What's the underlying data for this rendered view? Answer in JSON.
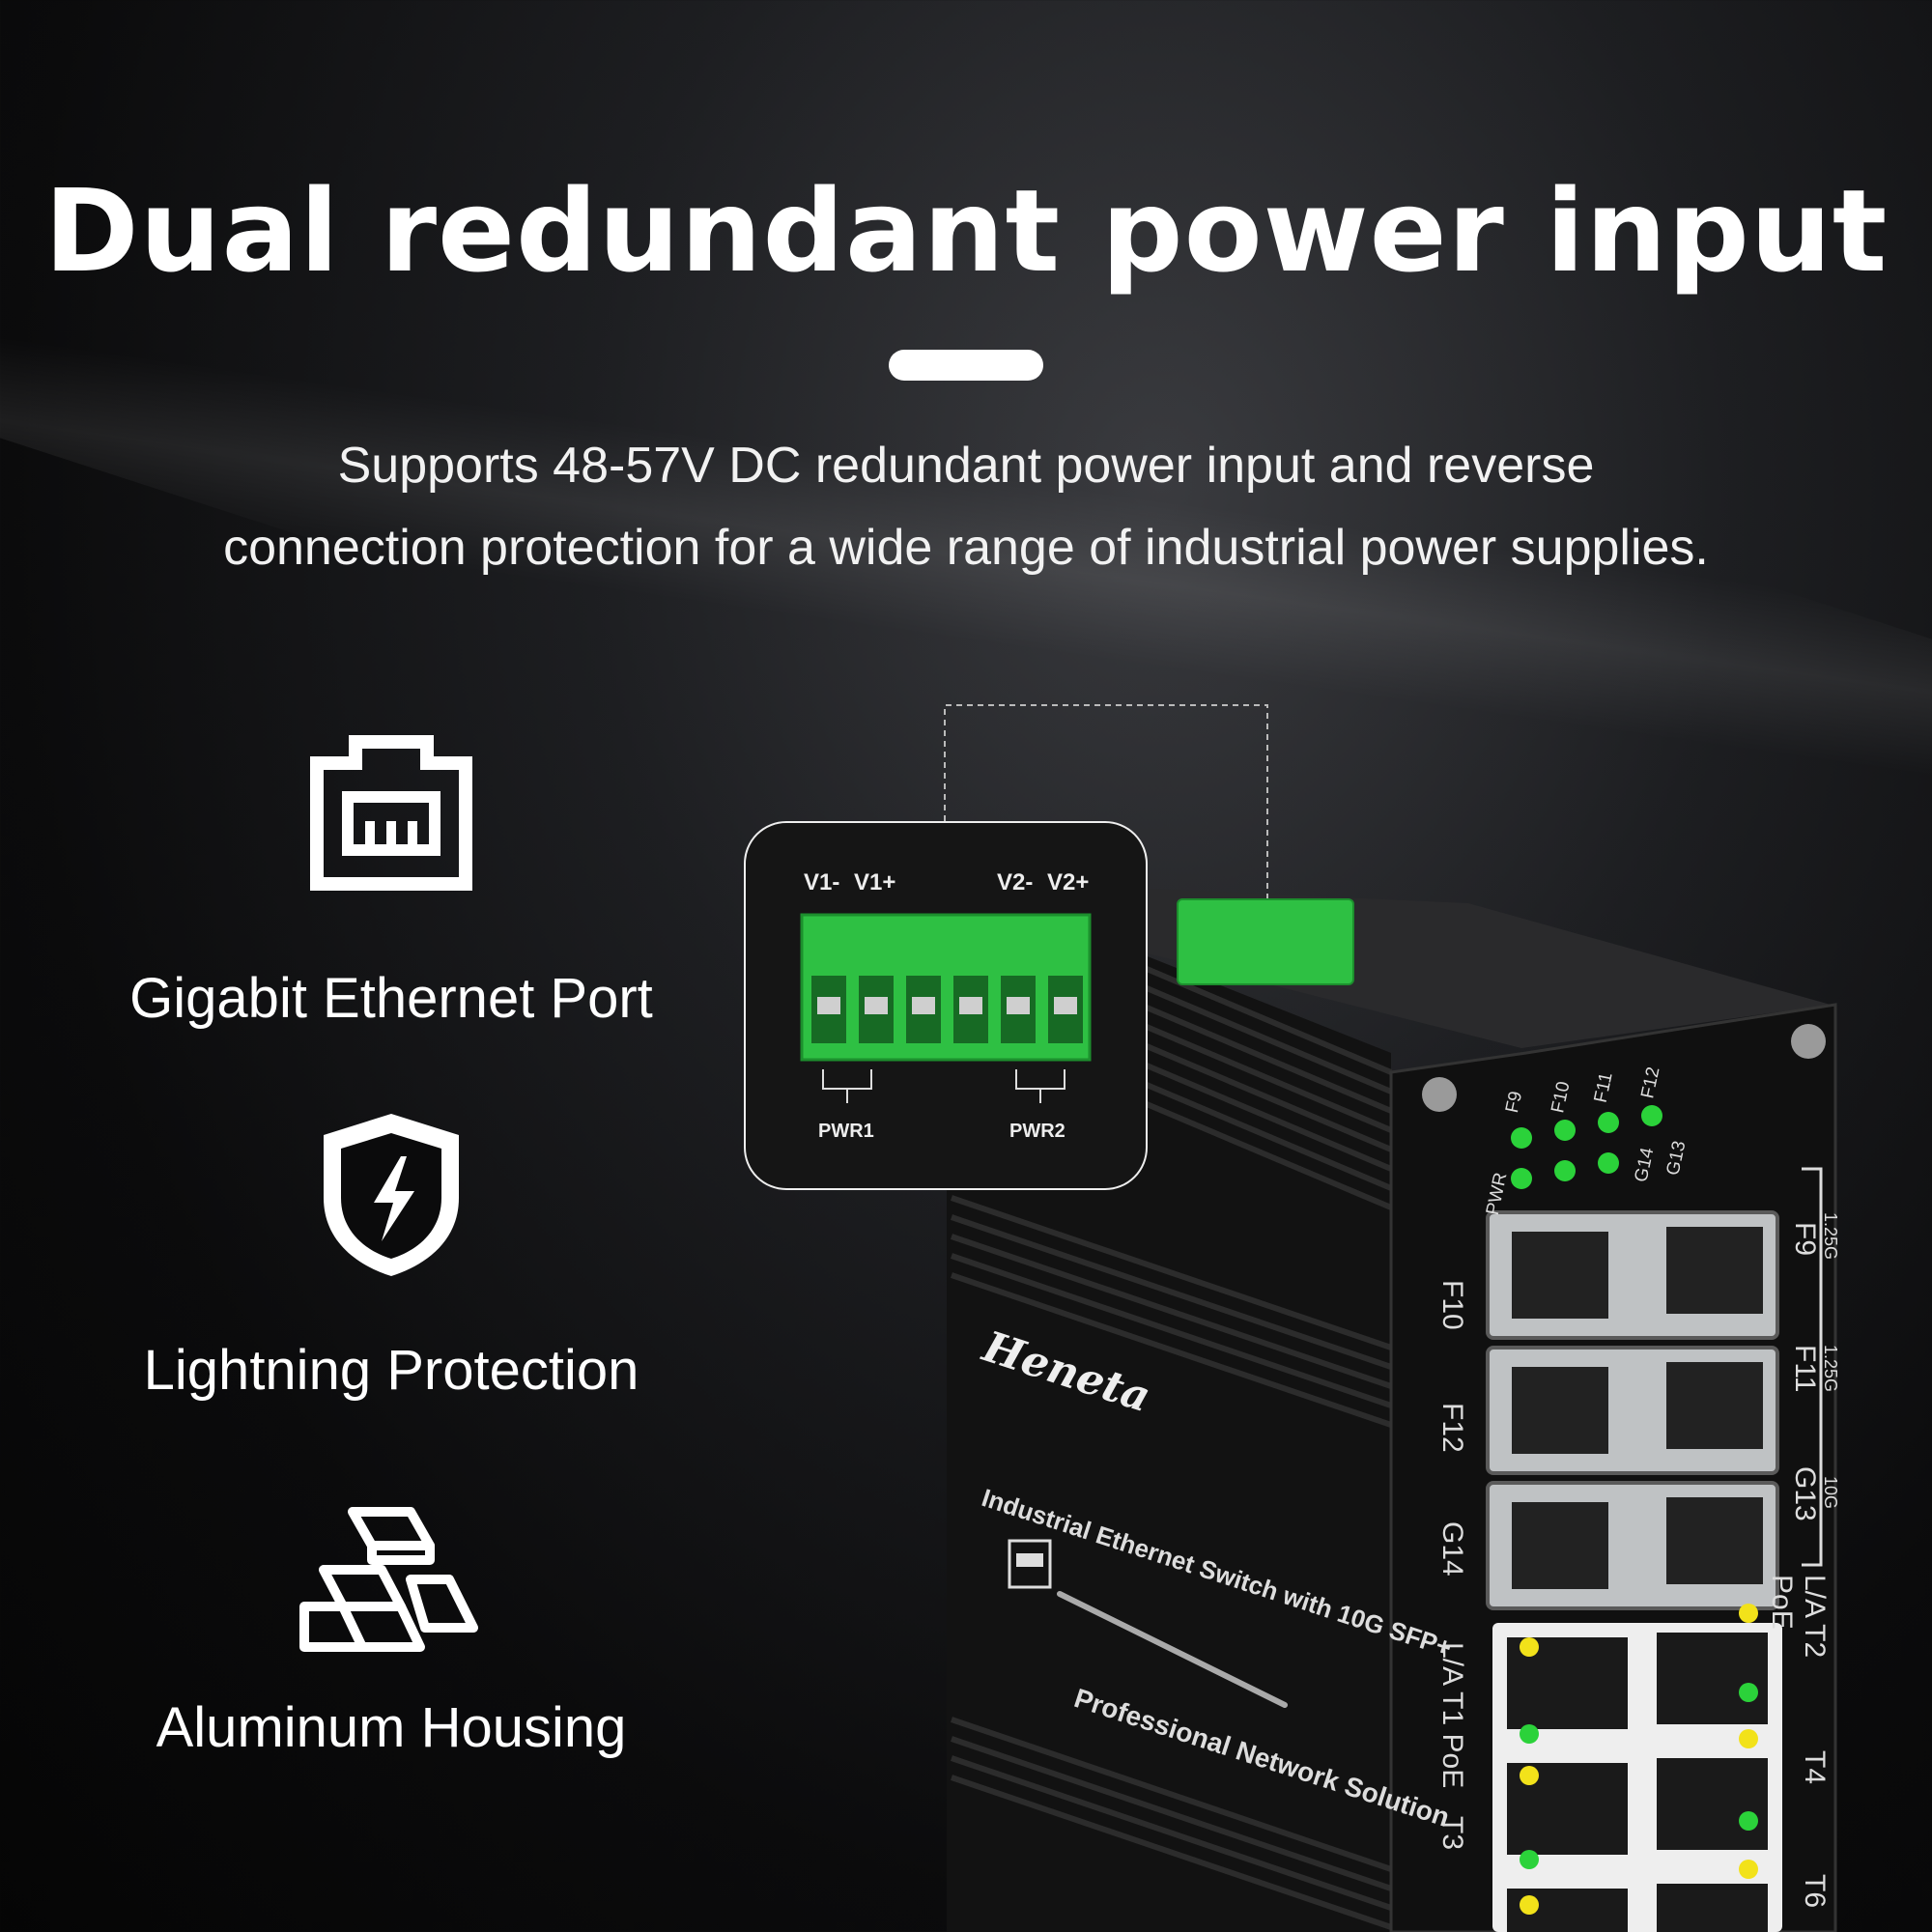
{
  "headline": "Dual redundant power input",
  "subtitle": {
    "line1": "Supports 48-57V DC redundant power input and reverse",
    "line2": "connection protection for a wide range of industrial power supplies."
  },
  "features": [
    {
      "icon": "ethernet-port-icon",
      "label": "Gigabit Ethernet Port"
    },
    {
      "icon": "lightning-shield-icon",
      "label": "Lightning Protection"
    },
    {
      "icon": "aluminum-bars-icon",
      "label": "Aluminum Housing"
    }
  ],
  "terminal": {
    "pins": [
      "V1-",
      "V1+",
      "V2-",
      "V2+"
    ],
    "groups": [
      "PWR1",
      "PWR2"
    ]
  },
  "device": {
    "brand": "Heneta",
    "model_text": "Industrial Ethernet Switch with 10G SFP+",
    "slogan": "Professional Network Solution",
    "leds": [
      "F9",
      "F10",
      "F11",
      "F12",
      "PWR",
      "G14",
      "G13"
    ],
    "port_labels_left": [
      "F10",
      "F12",
      "G14",
      "L/A T1 PoE",
      "T3"
    ],
    "port_labels_right": [
      "F9",
      "F11",
      "G13",
      "L/A T2 PoE",
      "T4",
      "T6"
    ],
    "speed_labels": [
      "1.25G",
      "1.25G",
      "10G"
    ]
  },
  "colors": {
    "terminal_green": "#2ec043",
    "led_green": "#2bd23a",
    "led_yellow": "#f2e21a",
    "housing": "#141414"
  }
}
